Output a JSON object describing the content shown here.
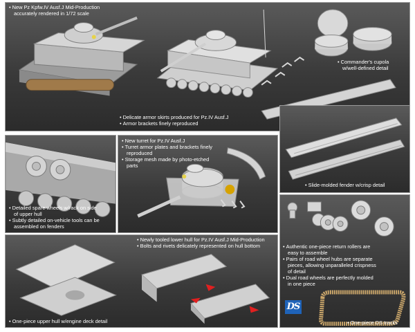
{
  "colors": {
    "panel_dark": "#3a3a3a",
    "model_gray": "#cfcfcf",
    "track_tan": "#c9a56a",
    "ds_logo_blue": "#1f63b8",
    "caption_white": "#ffffff",
    "arrow_red": "#e02020"
  },
  "panels": {
    "top": {
      "caption_tank": [
        "New Pz Kpfw.IV Ausf.J Mid-Production",
        "accurately rendered in 1/72 scale"
      ],
      "caption_cupola": [
        "Commander's cupola",
        "w/well-defined detail"
      ],
      "caption_skirts": [
        "Delicate armor skirts produced for Pz.IV Ausf.J",
        "Armor brackets finely reproduced"
      ]
    },
    "spare_wheels": {
      "caption": [
        "Detailed spare wheels w/rack on side",
        "of upper hull",
        "Subtly detailed on-vehicle tools can be",
        "assembled on fenders"
      ]
    },
    "turret": {
      "caption": [
        "New turret for Pz.IV Ausf.J",
        "Turret armor plates and brackets finely",
        "reproduced",
        "Storage mesh made by photo-etched",
        "parts"
      ]
    },
    "fender": {
      "caption": "Slide-molded fender w/crisp detail"
    },
    "hull": {
      "caption_top": [
        "Newly tooled lower hull for Pz.IV Ausf.J Mid-Production",
        "Bolts and rivets delicately represented on hull bottom"
      ],
      "caption_bottom": "One-piece upper hull w/engine deck detail"
    },
    "wheels": {
      "caption": [
        "Authentic one-piece return rollers are",
        "easy to assemble",
        "Pairs of road wheel hubs are separate",
        "pieces, allowing unparalleled crispness",
        "of detail",
        "Dual road wheels are perfectly molded",
        "in one piece"
      ],
      "logo": "DS",
      "caption_tracks": "One-piece DS tracks"
    }
  }
}
